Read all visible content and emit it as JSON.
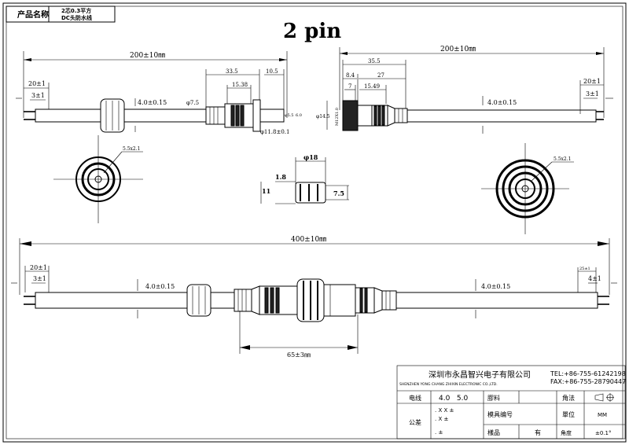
{
  "title_block_top": {
    "label": "产品名称",
    "value_line1": "2芯0.3平方",
    "value_line2": "DC头防水线"
  },
  "heading": "2 pin",
  "top_left": {
    "length": "200±10㎜",
    "strip_outer": "20±1",
    "strip_inner": "3±1",
    "cable_dia": "4.0±0.15",
    "dia_7_5": "φ7.5",
    "len_33_5": "33.5",
    "len_10_5": "10.5",
    "len_15_38": "15.38",
    "dia_11_8": "φ11.8±0.1",
    "dia_5_5": "φ5.5",
    "dia_6": "6.0",
    "face_label": "5.5x2.1"
  },
  "top_right": {
    "length": "200±10㎜",
    "len_35_5": "35.5",
    "len_8_4": "8.4",
    "len_27": "27",
    "len_7": "7",
    "len_15_49": "15.49",
    "dia_14_5": "φ14.5",
    "thread": "M12X1.0",
    "cable_dia": "4.0±0.15",
    "strip_outer": "20±1",
    "strip_inner": "3±1",
    "face_label": "5.5x2.1"
  },
  "nut": {
    "dia": "φ18",
    "wall": "1.8",
    "height": "11",
    "inner": "7.5"
  },
  "bottom": {
    "length": "400±10㎜",
    "strip_outer_l": "20±1",
    "strip_inner_l": "3±1",
    "cable_dia_l": "4.0±0.15",
    "cable_dia_r": "4.0±0.15",
    "strip_outer_r": "25±1",
    "strip_inner_r": "4±1",
    "mated_len": "65±3㎜"
  },
  "title_block": {
    "company_cn": "深圳市永昌智兴电子有限公司",
    "company_en": "SHENZHEN YONG CHANG ZHIXIN ELECTRONIC CO.,LTD.",
    "tel": "TEL:+86-755-61242198",
    "fax": "FAX:+86-755-28790447",
    "wire_label": "电线",
    "wire_values": "4.0   5.0",
    "material_label": "膠料",
    "projection_label": "角法",
    "tolerance_label": "公差",
    "tol_xx": ". X X ±",
    "tol_x": ". X ±",
    "tol_0": ". ±",
    "mold_no_label": "模具编号",
    "unit_label": "單位",
    "unit_value": "MM",
    "sample_label": "樣品",
    "sample_value": "有",
    "angle_label": "角度",
    "angle_value": "±0.1°"
  }
}
